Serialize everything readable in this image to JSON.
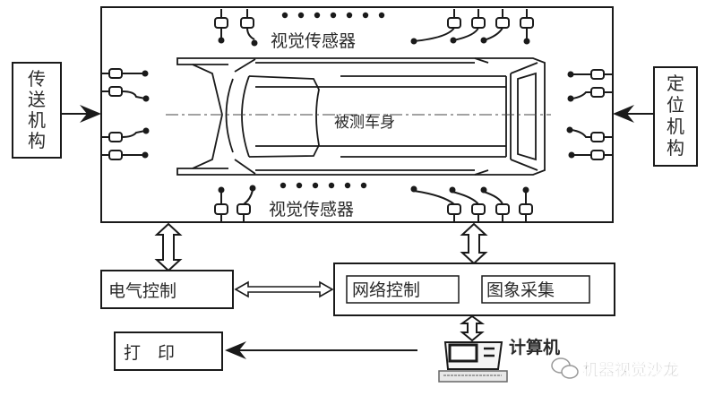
{
  "diagram": {
    "main_chamber": {
      "vehicle_label": "被测车身",
      "top_sensor_label": "视觉传感器",
      "bottom_sensor_label": "视觉传感器",
      "top_dot_count": 7,
      "bottom_dot_count": 6
    },
    "left_mechanism": {
      "chars": [
        "传",
        "送",
        "机",
        "构"
      ]
    },
    "right_mechanism": {
      "chars": [
        "定",
        "位",
        "机",
        "构"
      ]
    },
    "electrical_control": {
      "label": "电气控制"
    },
    "network_control": {
      "label": "网络控制"
    },
    "image_acquisition": {
      "label": "图象采集"
    },
    "computer": {
      "label": "计算机"
    },
    "printer": {
      "label": "打　印"
    },
    "watermark": {
      "label": "机器视觉沙龙"
    }
  },
  "colors": {
    "line": "#1a1a1a",
    "text": "#2a2a2a",
    "watermark": "#9a9a9a"
  }
}
